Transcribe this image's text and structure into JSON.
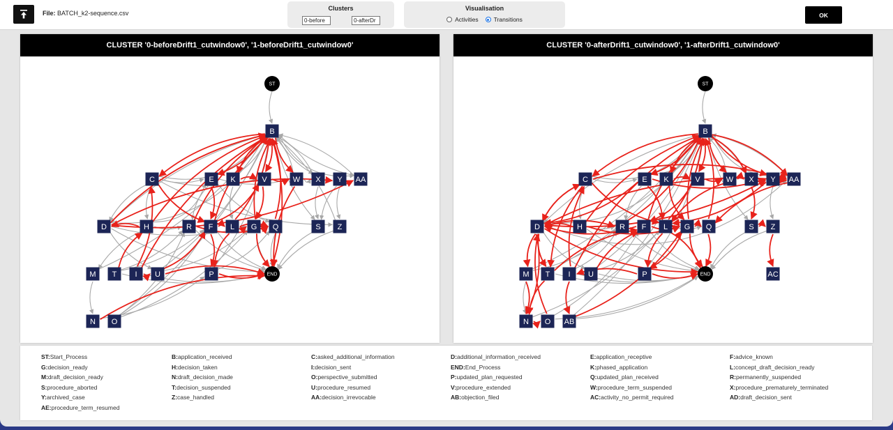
{
  "header": {
    "file_label": "File:",
    "file_name": "BATCH_k2-sequence.csv",
    "clusters_title": "Clusters",
    "cluster_a_value": "0-before",
    "cluster_b_value": "0-afterDr",
    "visualisation_title": "Visualisation",
    "radio_activities": "Activities",
    "radio_transitions": "Transitions",
    "selected_radio": "Transitions",
    "ok_label": "OK"
  },
  "panels": {
    "left_title": "CLUSTER '0-beforeDrift1_cutwindow0', '1-beforeDrift1_cutwindow0'",
    "right_title": "CLUSTER '0-afterDrift1_cutwindow0', '1-afterDrift1_cutwindow0'"
  },
  "colors": {
    "node_fill": "#1c2556",
    "terminal_fill": "#000000",
    "edge_grey": "#a8a8a8",
    "edge_red": "#e8221b",
    "accent_blue": "#2b3a86"
  },
  "graph_left": {
    "nodes": [
      "ST",
      "B",
      "C",
      "E",
      "K",
      "V",
      "W",
      "X",
      "Y",
      "AA",
      "D",
      "H",
      "R",
      "F",
      "L",
      "G",
      "Q",
      "S",
      "Z",
      "M",
      "T",
      "I",
      "U",
      "P",
      "END",
      "N",
      "O"
    ],
    "red_edges": [
      [
        "B",
        "C"
      ],
      [
        "B",
        "E"
      ],
      [
        "B",
        "K"
      ],
      [
        "B",
        "V"
      ],
      [
        "B",
        "W"
      ],
      [
        "K",
        "V"
      ],
      [
        "V",
        "W"
      ],
      [
        "F",
        "B"
      ],
      [
        "F",
        "V"
      ],
      [
        "R",
        "B"
      ],
      [
        "L",
        "B"
      ],
      [
        "G",
        "B"
      ],
      [
        "Q",
        "B"
      ],
      [
        "D",
        "B"
      ],
      [
        "D",
        "AA"
      ],
      [
        "D",
        "Y"
      ],
      [
        "H",
        "D"
      ],
      [
        "H",
        "B"
      ],
      [
        "R",
        "Q"
      ],
      [
        "F",
        "L"
      ],
      [
        "L",
        "G"
      ],
      [
        "L",
        "Q"
      ],
      [
        "G",
        "Q"
      ],
      [
        "F",
        "P"
      ],
      [
        "G",
        "END"
      ],
      [
        "U",
        "END"
      ],
      [
        "P",
        "END"
      ],
      [
        "I",
        "B"
      ],
      [
        "I",
        "C"
      ],
      [
        "T",
        "H"
      ],
      [
        "I",
        "U"
      ],
      [
        "N",
        "END"
      ],
      [
        "W",
        "END"
      ],
      [
        "B",
        "END"
      ],
      [
        "C",
        "F"
      ],
      [
        "E",
        "F"
      ],
      [
        "L",
        "P"
      ],
      [
        "V",
        "G"
      ],
      [
        "U",
        "F"
      ]
    ],
    "grey_edges": [
      [
        "ST",
        "B"
      ],
      [
        "B",
        "D"
      ],
      [
        "B",
        "X"
      ],
      [
        "B",
        "AA"
      ],
      [
        "B",
        "S"
      ],
      [
        "C",
        "E"
      ],
      [
        "C",
        "D"
      ],
      [
        "C",
        "V"
      ],
      [
        "E",
        "W"
      ],
      [
        "K",
        "B"
      ],
      [
        "W",
        "B"
      ],
      [
        "X",
        "B"
      ],
      [
        "AA",
        "B"
      ],
      [
        "Y",
        "Z"
      ],
      [
        "Y",
        "S"
      ],
      [
        "Z",
        "END"
      ],
      [
        "S",
        "END"
      ],
      [
        "H",
        "M"
      ],
      [
        "M",
        "N"
      ],
      [
        "D",
        "U"
      ],
      [
        "D",
        "END"
      ],
      [
        "O",
        "B"
      ],
      [
        "O",
        "F"
      ],
      [
        "O",
        "G"
      ],
      [
        "T",
        "F"
      ],
      [
        "T",
        "END"
      ],
      [
        "I",
        "END"
      ],
      [
        "U",
        "B"
      ],
      [
        "P",
        "B"
      ],
      [
        "R",
        "END"
      ],
      [
        "F",
        "END"
      ],
      [
        "Q",
        "END"
      ],
      [
        "E",
        "R"
      ],
      [
        "K",
        "L"
      ],
      [
        "X",
        "S"
      ],
      [
        "Z",
        "B"
      ],
      [
        "G",
        "END"
      ],
      [
        "C",
        "H"
      ],
      [
        "H",
        "R"
      ],
      [
        "M",
        "B"
      ],
      [
        "T",
        "R"
      ],
      [
        "O",
        "R"
      ],
      [
        "N",
        "P"
      ],
      [
        "U",
        "G"
      ],
      [
        "P",
        "Q"
      ],
      [
        "C",
        "Z"
      ],
      [
        "D",
        "G"
      ],
      [
        "E",
        "Q"
      ]
    ],
    "curved_edges": [
      [
        "C",
        "B"
      ],
      [
        "B",
        "AA"
      ],
      [
        "D",
        "B"
      ],
      [
        "H",
        "E"
      ],
      [
        "W",
        "X"
      ]
    ]
  },
  "graph_right": {
    "nodes": [
      "ST",
      "B",
      "C",
      "E",
      "K",
      "V",
      "W",
      "X",
      "Y",
      "AA",
      "D",
      "H",
      "R",
      "F",
      "L",
      "G",
      "Q",
      "S",
      "Z",
      "M",
      "T",
      "I",
      "U",
      "P",
      "END",
      "AC",
      "N",
      "O",
      "AB"
    ],
    "red_edges": [
      [
        "B",
        "C"
      ],
      [
        "B",
        "E"
      ],
      [
        "B",
        "K"
      ],
      [
        "B",
        "V"
      ],
      [
        "B",
        "W"
      ],
      [
        "B",
        "AA"
      ],
      [
        "B",
        "Y"
      ],
      [
        "B",
        "X"
      ],
      [
        "C",
        "D"
      ],
      [
        "C",
        "AA"
      ],
      [
        "C",
        "T"
      ],
      [
        "D",
        "C"
      ],
      [
        "D",
        "Y"
      ],
      [
        "D",
        "AA"
      ],
      [
        "D",
        "M"
      ],
      [
        "D",
        "N"
      ],
      [
        "D",
        "T"
      ],
      [
        "E",
        "D"
      ],
      [
        "E",
        "Y"
      ],
      [
        "K",
        "V"
      ],
      [
        "V",
        "W"
      ],
      [
        "W",
        "X"
      ],
      [
        "X",
        "Y"
      ],
      [
        "Y",
        "AA"
      ],
      [
        "H",
        "D"
      ],
      [
        "H",
        "B"
      ],
      [
        "R",
        "B"
      ],
      [
        "F",
        "B"
      ],
      [
        "L",
        "B"
      ],
      [
        "G",
        "B"
      ],
      [
        "Q",
        "B"
      ],
      [
        "F",
        "D"
      ],
      [
        "L",
        "P"
      ],
      [
        "G",
        "P"
      ],
      [
        "F",
        "G"
      ],
      [
        "G",
        "Q"
      ],
      [
        "G",
        "END"
      ],
      [
        "Q",
        "END"
      ],
      [
        "P",
        "END"
      ],
      [
        "I",
        "B"
      ],
      [
        "I",
        "AB"
      ],
      [
        "I",
        "C"
      ],
      [
        "T",
        "N"
      ],
      [
        "M",
        "N"
      ],
      [
        "N",
        "O"
      ],
      [
        "O",
        "D"
      ],
      [
        "Z",
        "AC"
      ],
      [
        "S",
        "Z"
      ],
      [
        "AB",
        "G"
      ],
      [
        "U",
        "F"
      ],
      [
        "P",
        "I"
      ],
      [
        "T",
        "F"
      ],
      [
        "W",
        "L"
      ],
      [
        "V",
        "F"
      ],
      [
        "K",
        "G"
      ],
      [
        "X",
        "S"
      ],
      [
        "D",
        "END"
      ],
      [
        "L",
        "END"
      ],
      [
        "C",
        "L"
      ],
      [
        "E",
        "L"
      ],
      [
        "H",
        "G"
      ],
      [
        "Y",
        "L"
      ],
      [
        "AA",
        "Q"
      ],
      [
        "D",
        "R"
      ]
    ],
    "grey_edges": [
      [
        "ST",
        "B"
      ],
      [
        "B",
        "D"
      ],
      [
        "B",
        "S"
      ],
      [
        "C",
        "E"
      ],
      [
        "K",
        "B"
      ],
      [
        "W",
        "B"
      ],
      [
        "X",
        "B"
      ],
      [
        "AA",
        "B"
      ],
      [
        "Y",
        "Z"
      ],
      [
        "Z",
        "END"
      ],
      [
        "S",
        "END"
      ],
      [
        "M",
        "B"
      ],
      [
        "T",
        "END"
      ],
      [
        "I",
        "END"
      ],
      [
        "U",
        "END"
      ],
      [
        "H",
        "END"
      ],
      [
        "R",
        "END"
      ],
      [
        "F",
        "END"
      ],
      [
        "O",
        "F"
      ],
      [
        "O",
        "END"
      ],
      [
        "AB",
        "B"
      ],
      [
        "U",
        "B"
      ],
      [
        "N",
        "L"
      ],
      [
        "M",
        "N"
      ],
      [
        "T",
        "B"
      ],
      [
        "D",
        "U"
      ],
      [
        "C",
        "H"
      ],
      [
        "E",
        "R"
      ],
      [
        "L",
        "Q"
      ],
      [
        "H",
        "R"
      ],
      [
        "I",
        "R"
      ],
      [
        "U",
        "L"
      ],
      [
        "P",
        "B"
      ],
      [
        "M",
        "R"
      ],
      [
        "AB",
        "END"
      ]
    ],
    "curved_edges": [
      [
        "C",
        "B"
      ],
      [
        "B",
        "AA"
      ],
      [
        "D",
        "B"
      ],
      [
        "D",
        "AA"
      ],
      [
        "E",
        "B"
      ]
    ]
  },
  "legend": [
    [
      "ST",
      "Start_Process"
    ],
    [
      "B",
      "application_received"
    ],
    [
      "C",
      "asked_additional_information"
    ],
    [
      "D",
      "additional_information_received"
    ],
    [
      "E",
      "application_receptive"
    ],
    [
      "F",
      "advice_known"
    ],
    [
      "G",
      "decision_ready"
    ],
    [
      "H",
      "decision_taken"
    ],
    [
      "I",
      "decision_sent"
    ],
    [
      "END",
      "End_Process"
    ],
    [
      "K",
      "phased_application"
    ],
    [
      "L",
      "concept_draft_decision_ready"
    ],
    [
      "M",
      "draft_decision_ready"
    ],
    [
      "N",
      "draft_decision_made"
    ],
    [
      "O",
      "perspective_submitted"
    ],
    [
      "P",
      "updated_plan_requested"
    ],
    [
      "Q",
      "updated_plan_received"
    ],
    [
      "R",
      "permanently_suspended"
    ],
    [
      "S",
      "procedure_aborted"
    ],
    [
      "T",
      "decision_suspended"
    ],
    [
      "U",
      "procedure_resumed"
    ],
    [
      "V",
      "procedure_extended"
    ],
    [
      "W",
      "procedure_term_suspended"
    ],
    [
      "X",
      "procedure_prematurely_terminated"
    ],
    [
      "Y",
      "archived_case"
    ],
    [
      "Z",
      "case_handled"
    ],
    [
      "AA",
      "decision_irrevocable"
    ],
    [
      "AB",
      "objection_filed"
    ],
    [
      "AC",
      "activity_no_permit_required"
    ],
    [
      "AD",
      "draft_decision_sent"
    ],
    [
      "AE",
      "procedure_term_resumed"
    ]
  ]
}
